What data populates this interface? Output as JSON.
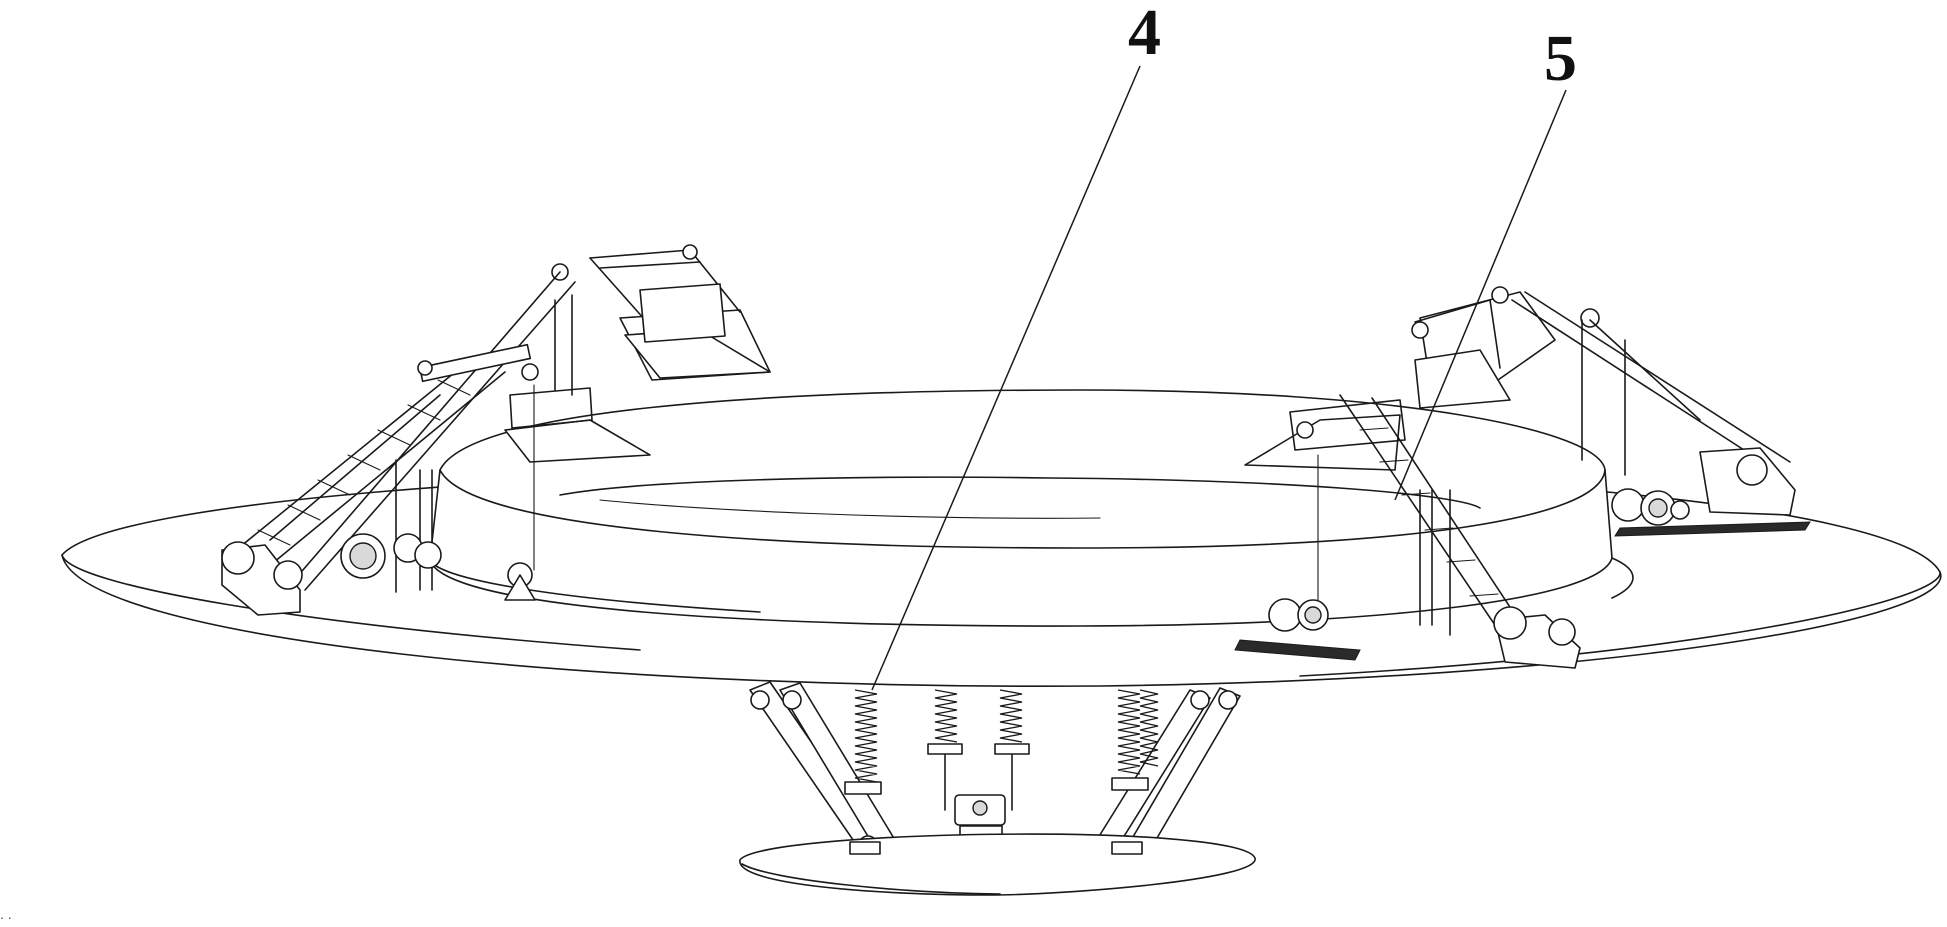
{
  "figure": {
    "callouts": [
      {
        "id": "4",
        "label": "4"
      },
      {
        "id": "5",
        "label": "5"
      }
    ],
    "corner_mark": ". ."
  },
  "colors": {
    "line": "#1a1a1a",
    "background": "#ffffff",
    "shade": "#d9d9d9"
  }
}
